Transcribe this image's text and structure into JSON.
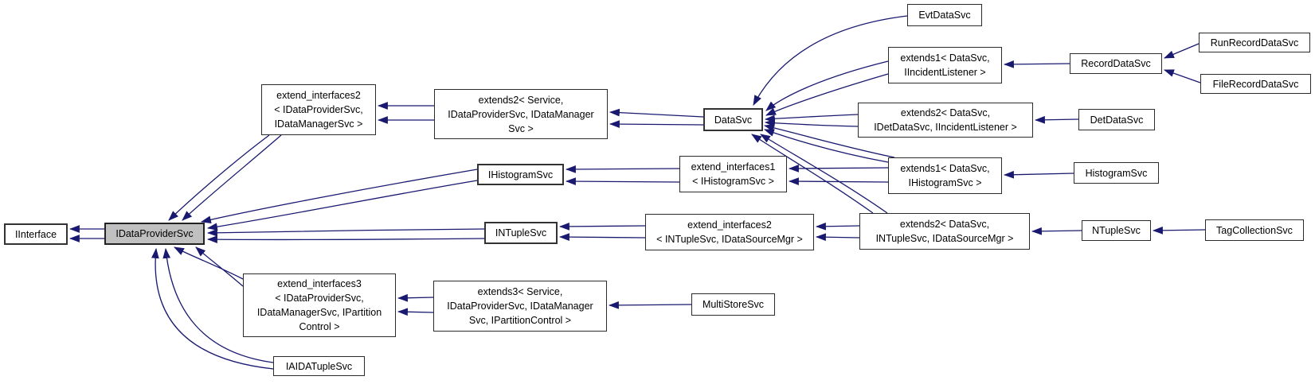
{
  "diagram": {
    "type": "inheritance-graph",
    "accent_color": "#191970",
    "box_border_color": "#2b2b2b",
    "highlight_fill": "#c0c0c0",
    "nodes": {
      "iinterface": {
        "label": "IInterface"
      },
      "idataprovidersvc": {
        "label": "IDataProviderSvc"
      },
      "ei2a": {
        "label": "extend_interfaces2\n< IDataProviderSvc,\nIDataManagerSvc >"
      },
      "e2svc": {
        "label": "extends2< Service,\nIDataProviderSvc, IDataManager\nSvc >"
      },
      "datasvc": {
        "label": "DataSvc"
      },
      "evtdatasvc": {
        "label": "EvtDataSvc"
      },
      "e1inc": {
        "label": "extends1< DataSvc,\nIIncidentListener >"
      },
      "recorddatasvc": {
        "label": "RecordDataSvc"
      },
      "runrecorddatasvc": {
        "label": "RunRecordDataSvc"
      },
      "filerecorddatasvc": {
        "label": "FileRecordDataSvc"
      },
      "e2det": {
        "label": "extends2< DataSvc,\nIDetDataSvc, IIncidentListener >"
      },
      "detdatasvc": {
        "label": "DetDataSvc"
      },
      "ihistogramsvc": {
        "label": "IHistogramSvc"
      },
      "ei1": {
        "label": "extend_interfaces1\n< IHistogramSvc >"
      },
      "e1hist": {
        "label": "extends1< DataSvc,\nIHistogramSvc >"
      },
      "histogramsvc": {
        "label": "HistogramSvc"
      },
      "intuplesvc": {
        "label": "INTupleSvc"
      },
      "ei2b": {
        "label": "extend_interfaces2\n< INTupleSvc, IDataSourceMgr >"
      },
      "e2ntup": {
        "label": "extends2< DataSvc,\nINTupleSvc, IDataSourceMgr >"
      },
      "ntuplesvc": {
        "label": "NTupleSvc"
      },
      "tagcollectionsvc": {
        "label": "TagCollectionSvc"
      },
      "ei3": {
        "label": "extend_interfaces3\n< IDataProviderSvc,\nIDataManagerSvc, IPartition\nControl >"
      },
      "e3svc": {
        "label": "extends3< Service,\nIDataProviderSvc, IDataManager\nSvc, IPartitionControl >"
      },
      "multistoresvc": {
        "label": "MultiStoreSvc"
      },
      "iaidatuplesvc": {
        "label": "IAIDATupleSvc"
      }
    },
    "edges": [
      {
        "from": "idataprovidersvc",
        "to": "iinterface",
        "lines": 2
      },
      {
        "from": "ei2a",
        "to": "idataprovidersvc",
        "lines": 2
      },
      {
        "from": "e2svc",
        "to": "ei2a",
        "lines": 2
      },
      {
        "from": "datasvc",
        "to": "e2svc",
        "lines": 2
      },
      {
        "from": "evtdatasvc",
        "to": "datasvc",
        "lines": 1
      },
      {
        "from": "e1inc",
        "to": "datasvc",
        "lines": 2
      },
      {
        "from": "recorddatasvc",
        "to": "e1inc",
        "lines": 1
      },
      {
        "from": "runrecorddatasvc",
        "to": "recorddatasvc",
        "lines": 1
      },
      {
        "from": "filerecorddatasvc",
        "to": "recorddatasvc",
        "lines": 1
      },
      {
        "from": "e2det",
        "to": "datasvc",
        "lines": 2
      },
      {
        "from": "detdatasvc",
        "to": "e2det",
        "lines": 1
      },
      {
        "from": "ei1",
        "to": "ihistogramsvc",
        "lines": 2
      },
      {
        "from": "ihistogramsvc",
        "to": "idataprovidersvc",
        "lines": 2
      },
      {
        "from": "e1hist",
        "to": "ei1",
        "lines": 2
      },
      {
        "from": "e1hist",
        "to": "datasvc",
        "lines": 2
      },
      {
        "from": "histogramsvc",
        "to": "e1hist",
        "lines": 1
      },
      {
        "from": "intuplesvc",
        "to": "idataprovidersvc",
        "lines": 2
      },
      {
        "from": "ei2b",
        "to": "intuplesvc",
        "lines": 2
      },
      {
        "from": "e2ntup",
        "to": "ei2b",
        "lines": 2
      },
      {
        "from": "e2ntup",
        "to": "datasvc",
        "lines": 2
      },
      {
        "from": "ntuplesvc",
        "to": "e2ntup",
        "lines": 1
      },
      {
        "from": "tagcollectionsvc",
        "to": "ntuplesvc",
        "lines": 1
      },
      {
        "from": "ei3",
        "to": "idataprovidersvc",
        "lines": 2
      },
      {
        "from": "e3svc",
        "to": "ei3",
        "lines": 2
      },
      {
        "from": "multistoresvc",
        "to": "e3svc",
        "lines": 1
      },
      {
        "from": "iaidatuplesvc",
        "to": "idataprovidersvc",
        "lines": 2
      }
    ]
  }
}
